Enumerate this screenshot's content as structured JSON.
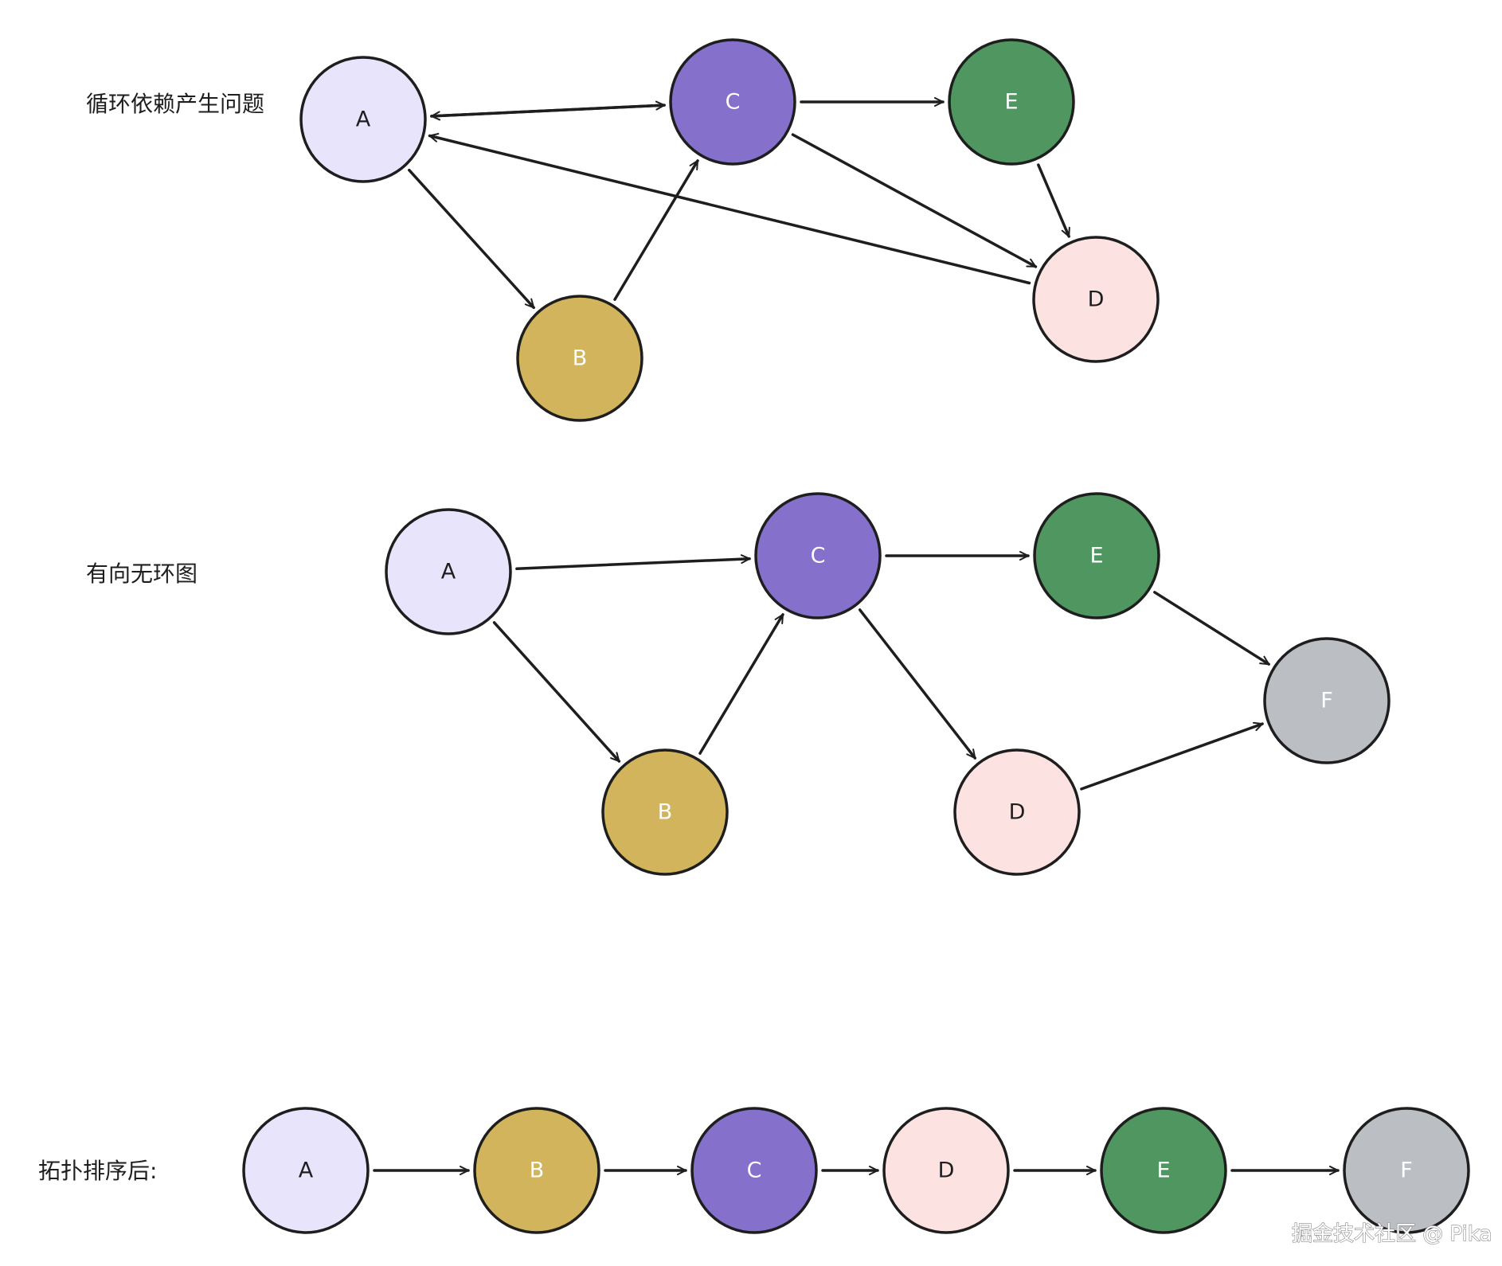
{
  "colors": {
    "A": "#e8e4fc",
    "B": "#d2b45c",
    "C": "#8570cc",
    "D": "#fde2e2",
    "E": "#509660",
    "F": "#bbbfc4",
    "label_dark": "#1e1e1e",
    "label_light": "#ffffff"
  },
  "sections": [
    {
      "id": "cycle",
      "label": "循环依赖产生问题",
      "nodes": [
        "A",
        "B",
        "C",
        "E",
        "D"
      ],
      "edges": [
        [
          "A",
          "B"
        ],
        [
          "B",
          "C"
        ],
        [
          "A",
          "C"
        ],
        [
          "C",
          "A"
        ],
        [
          "C",
          "E"
        ],
        [
          "C",
          "D"
        ],
        [
          "E",
          "D"
        ],
        [
          "D",
          "A"
        ]
      ]
    },
    {
      "id": "dag",
      "label": "有向无环图",
      "nodes": [
        "A",
        "B",
        "C",
        "E",
        "D",
        "F"
      ],
      "edges": [
        [
          "A",
          "C"
        ],
        [
          "A",
          "B"
        ],
        [
          "B",
          "C"
        ],
        [
          "C",
          "E"
        ],
        [
          "C",
          "D"
        ],
        [
          "E",
          "F"
        ],
        [
          "D",
          "F"
        ]
      ]
    },
    {
      "id": "topo",
      "label": "拓扑排序后:",
      "nodes": [
        "A",
        "B",
        "C",
        "D",
        "E",
        "F"
      ],
      "edges": [
        [
          "A",
          "B"
        ],
        [
          "B",
          "C"
        ],
        [
          "C",
          "D"
        ],
        [
          "D",
          "E"
        ],
        [
          "E",
          "F"
        ]
      ]
    }
  ],
  "watermark": "掘金技术社区 @ Pika"
}
